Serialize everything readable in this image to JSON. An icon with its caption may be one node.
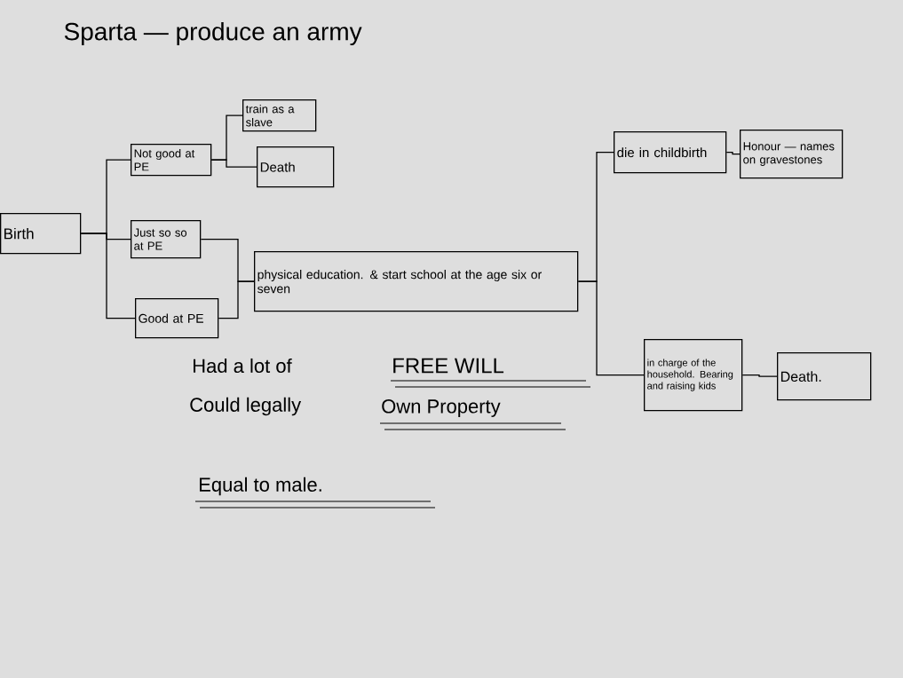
{
  "diagram": {
    "title": "Sparta — produce an army",
    "nodes": [
      {
        "text": [
          "Birth"
        ]
      },
      {
        "text": [
          "Not good at PE"
        ]
      },
      {
        "text": [
          "train as a slave"
        ]
      },
      {
        "text": [
          "Death"
        ]
      },
      {
        "text": [
          "Just so so at PE"
        ]
      },
      {
        "text": [
          "Good at PE"
        ]
      },
      {
        "text": [
          "physical education. & start school at the age six or seven"
        ]
      },
      {
        "text": [
          "die in childbirth"
        ]
      },
      {
        "text": [
          "Honour — names on gravestones"
        ]
      },
      {
        "text": [
          "in charge of the household. Bearing and raising kids"
        ]
      },
      {
        "text": [
          "Death."
        ]
      }
    ],
    "edges": [
      {
        "from": 0,
        "to": 1,
        "arrow": "none"
      },
      {
        "from": 0,
        "to": 4,
        "arrow": "none"
      },
      {
        "from": 0,
        "to": 5,
        "arrow": "none"
      },
      {
        "from": 1,
        "to": 2,
        "arrow": "none"
      },
      {
        "from": 1,
        "to": 3,
        "arrow": "none"
      },
      {
        "from": 4,
        "to": 6,
        "arrow": "none"
      },
      {
        "from": 5,
        "to": 6,
        "arrow": "none"
      },
      {
        "from": 6,
        "to": 7,
        "arrow": "none"
      },
      {
        "from": 6,
        "to": 9,
        "arrow": "none"
      },
      {
        "from": 7,
        "to": 8,
        "arrow": "none"
      },
      {
        "from": 9,
        "to": 10,
        "arrow": "none"
      }
    ],
    "labels": [
      "Had a lot of",
      "FREE WILL",
      "Could legally",
      "Own Property",
      "Equal to male."
    ]
  }
}
